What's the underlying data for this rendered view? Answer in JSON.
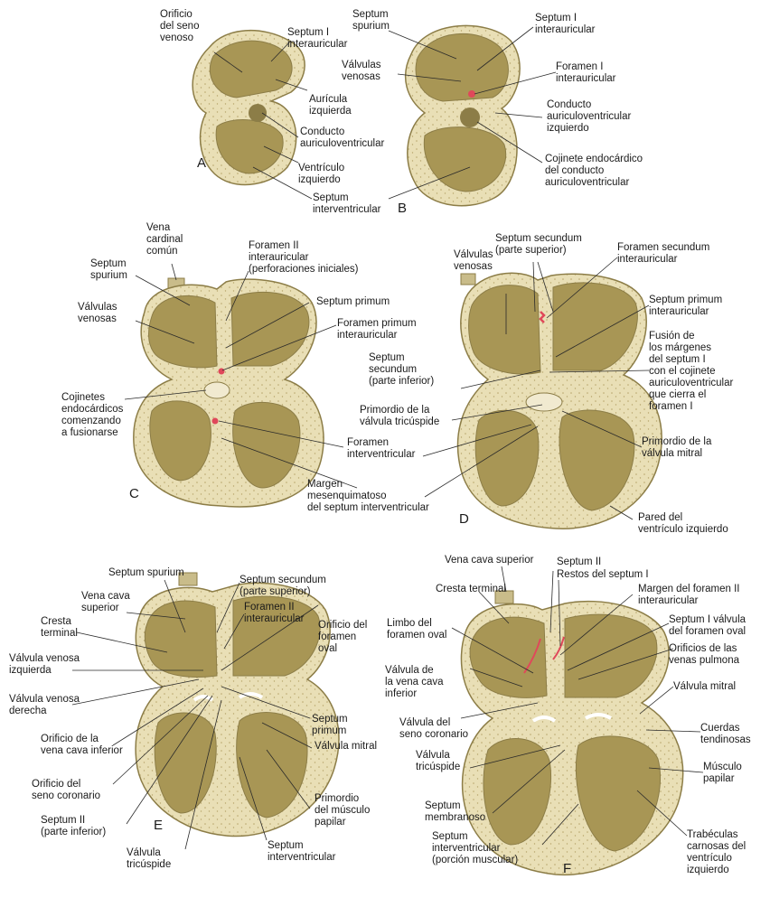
{
  "colors": {
    "tissue": "#c9bc8a",
    "tissue_dark": "#8c7d47",
    "cavity": "#a89655",
    "myocardium": "#e8dcb0",
    "cushion": "#f1ead0",
    "highlight": "#e0485a",
    "leader": "#2a2a2a"
  },
  "panels": {
    "A": "A",
    "B": "B",
    "C": "C",
    "D": "D",
    "E": "E",
    "F": "F"
  },
  "labels": {
    "a_orificio_seno": "Orificio\ndel seno\nvenoso",
    "a_septum_i": "Septum I\ninterauricular",
    "a_auricula_izq": "Aurícula\nizquierda",
    "a_conducto": "Conducto\nauriculoventricular",
    "a_ventriculo_izq": "Ventrículo\nizquierdo",
    "a_septum_interv": "Septum\ninterventricular",
    "b_septum_spurium": "Septum\nspurium",
    "b_septum_i": "Septum I\ninterauricular",
    "b_valvulas_venosas": "Válvulas\nvenosas",
    "b_foramen_i": "Foramen I\ninterauricular",
    "b_conducto_izq": "Conducto\nauriculoventricular\nizquierdo",
    "b_cojinete": "Cojinete endocárdico\ndel conducto\nauriculoventricular",
    "c_vena_cardinal": "Vena\ncardinal\ncomún",
    "c_septum_spurium": "Septum\nspurium",
    "c_foramen_ii": "Foramen II\ninterauricular\n(perforaciones iniciales)",
    "c_valvulas_venosas": "Válvulas\nvenosas",
    "c_septum_primum": "Septum primum",
    "c_foramen_primum": "Foramen primum\ninterauricular",
    "c_cojinetes": "Cojinetes\nendocárdicos\ncomenzando\na fusionarse",
    "c_foramen_interv": "Foramen\ninterventricular",
    "c_margen": "Margen\nmesenquimatoso\ndel septum interventricular",
    "d_septum_secundum_sup": "Septum secundum\n(parte superior)",
    "d_valvulas_venosas": "Válvulas\nvenosas",
    "d_foramen_secundum": "Foramen secundum\ninterauricular",
    "d_septum_primum": "Septum primum\ninterauricular",
    "d_fusion": "Fusión de\nlos márgenes\ndel septum I\ncon el cojinete\nauriculoventricular\nque cierra el\nforamen I",
    "d_septum_secundum_inf": "Septum\nsecundum\n(parte inferior)",
    "d_primordio_tricuspide": "Primordio de la\nválvula tricúspide",
    "d_primordio_mitral": "Primordio de la\nválvula mitral",
    "d_pared": "Pared del\nventrículo izquierdo",
    "e_septum_spurium": "Septum spurium",
    "e_septum_secundum": "Septum secundum\n(parte superior)",
    "e_vena_cava_sup": "Vena cava\nsuperior",
    "e_foramen_ii": "Foramen II\ninterauricular",
    "e_cresta": "Cresta\nterminal",
    "e_orificio_foramen": "Orificio del\nforamen\noval",
    "e_valvula_venosa_izq": "Válvula venosa\nizquierda",
    "e_valvula_venosa_der": "Válvula venosa\nderecha",
    "e_septum_primum": "Septum\nprimum",
    "e_orificio_vci": "Orificio de la\nvena cava inferior",
    "e_valvula_mitral": "Válvula mitral",
    "e_orificio_seno": "Orificio del\nseno coronario",
    "e_primordio_musculo": "Primordio\ndel músculo\npapilar",
    "e_septum_ii": "Septum II\n(parte inferior)",
    "e_valvula_tricuspide": "Válvula\ntricúspide",
    "e_septum_interv": "Septum\ninterventricular",
    "f_vena_cava_sup": "Vena cava superior",
    "f_septum_ii": "Septum II",
    "f_restos": "Restos del septum I",
    "f_cresta": "Cresta terminal",
    "f_margen": "Margen del foramen II\ninterauricular",
    "f_limbo": "Limbo del\nforamen oval",
    "f_septum_i_valvula": "Septum I válvula\ndel foramen oval",
    "f_orificios_venas": "Orificios de las\nvenas pulmona",
    "f_valvula_vci": "Válvula de\nla vena cava\ninferior",
    "f_valvula_mitral": "Válvula mitral",
    "f_valvula_seno": "Válvula del\nseno coronario",
    "f_cuerdas": "Cuerdas\ntendinosas",
    "f_valvula_tricuspide": "Válvula\ntricúspide",
    "f_musculo": "Músculo\npapilar",
    "f_septum_membranoso": "Septum\nmembranoso",
    "f_septum_interv": "Septum\ninterventricular\n(porción muscular)",
    "f_trabeculas": "Trabéculas\ncarnosas del\nventrículo\nizquierdo"
  }
}
